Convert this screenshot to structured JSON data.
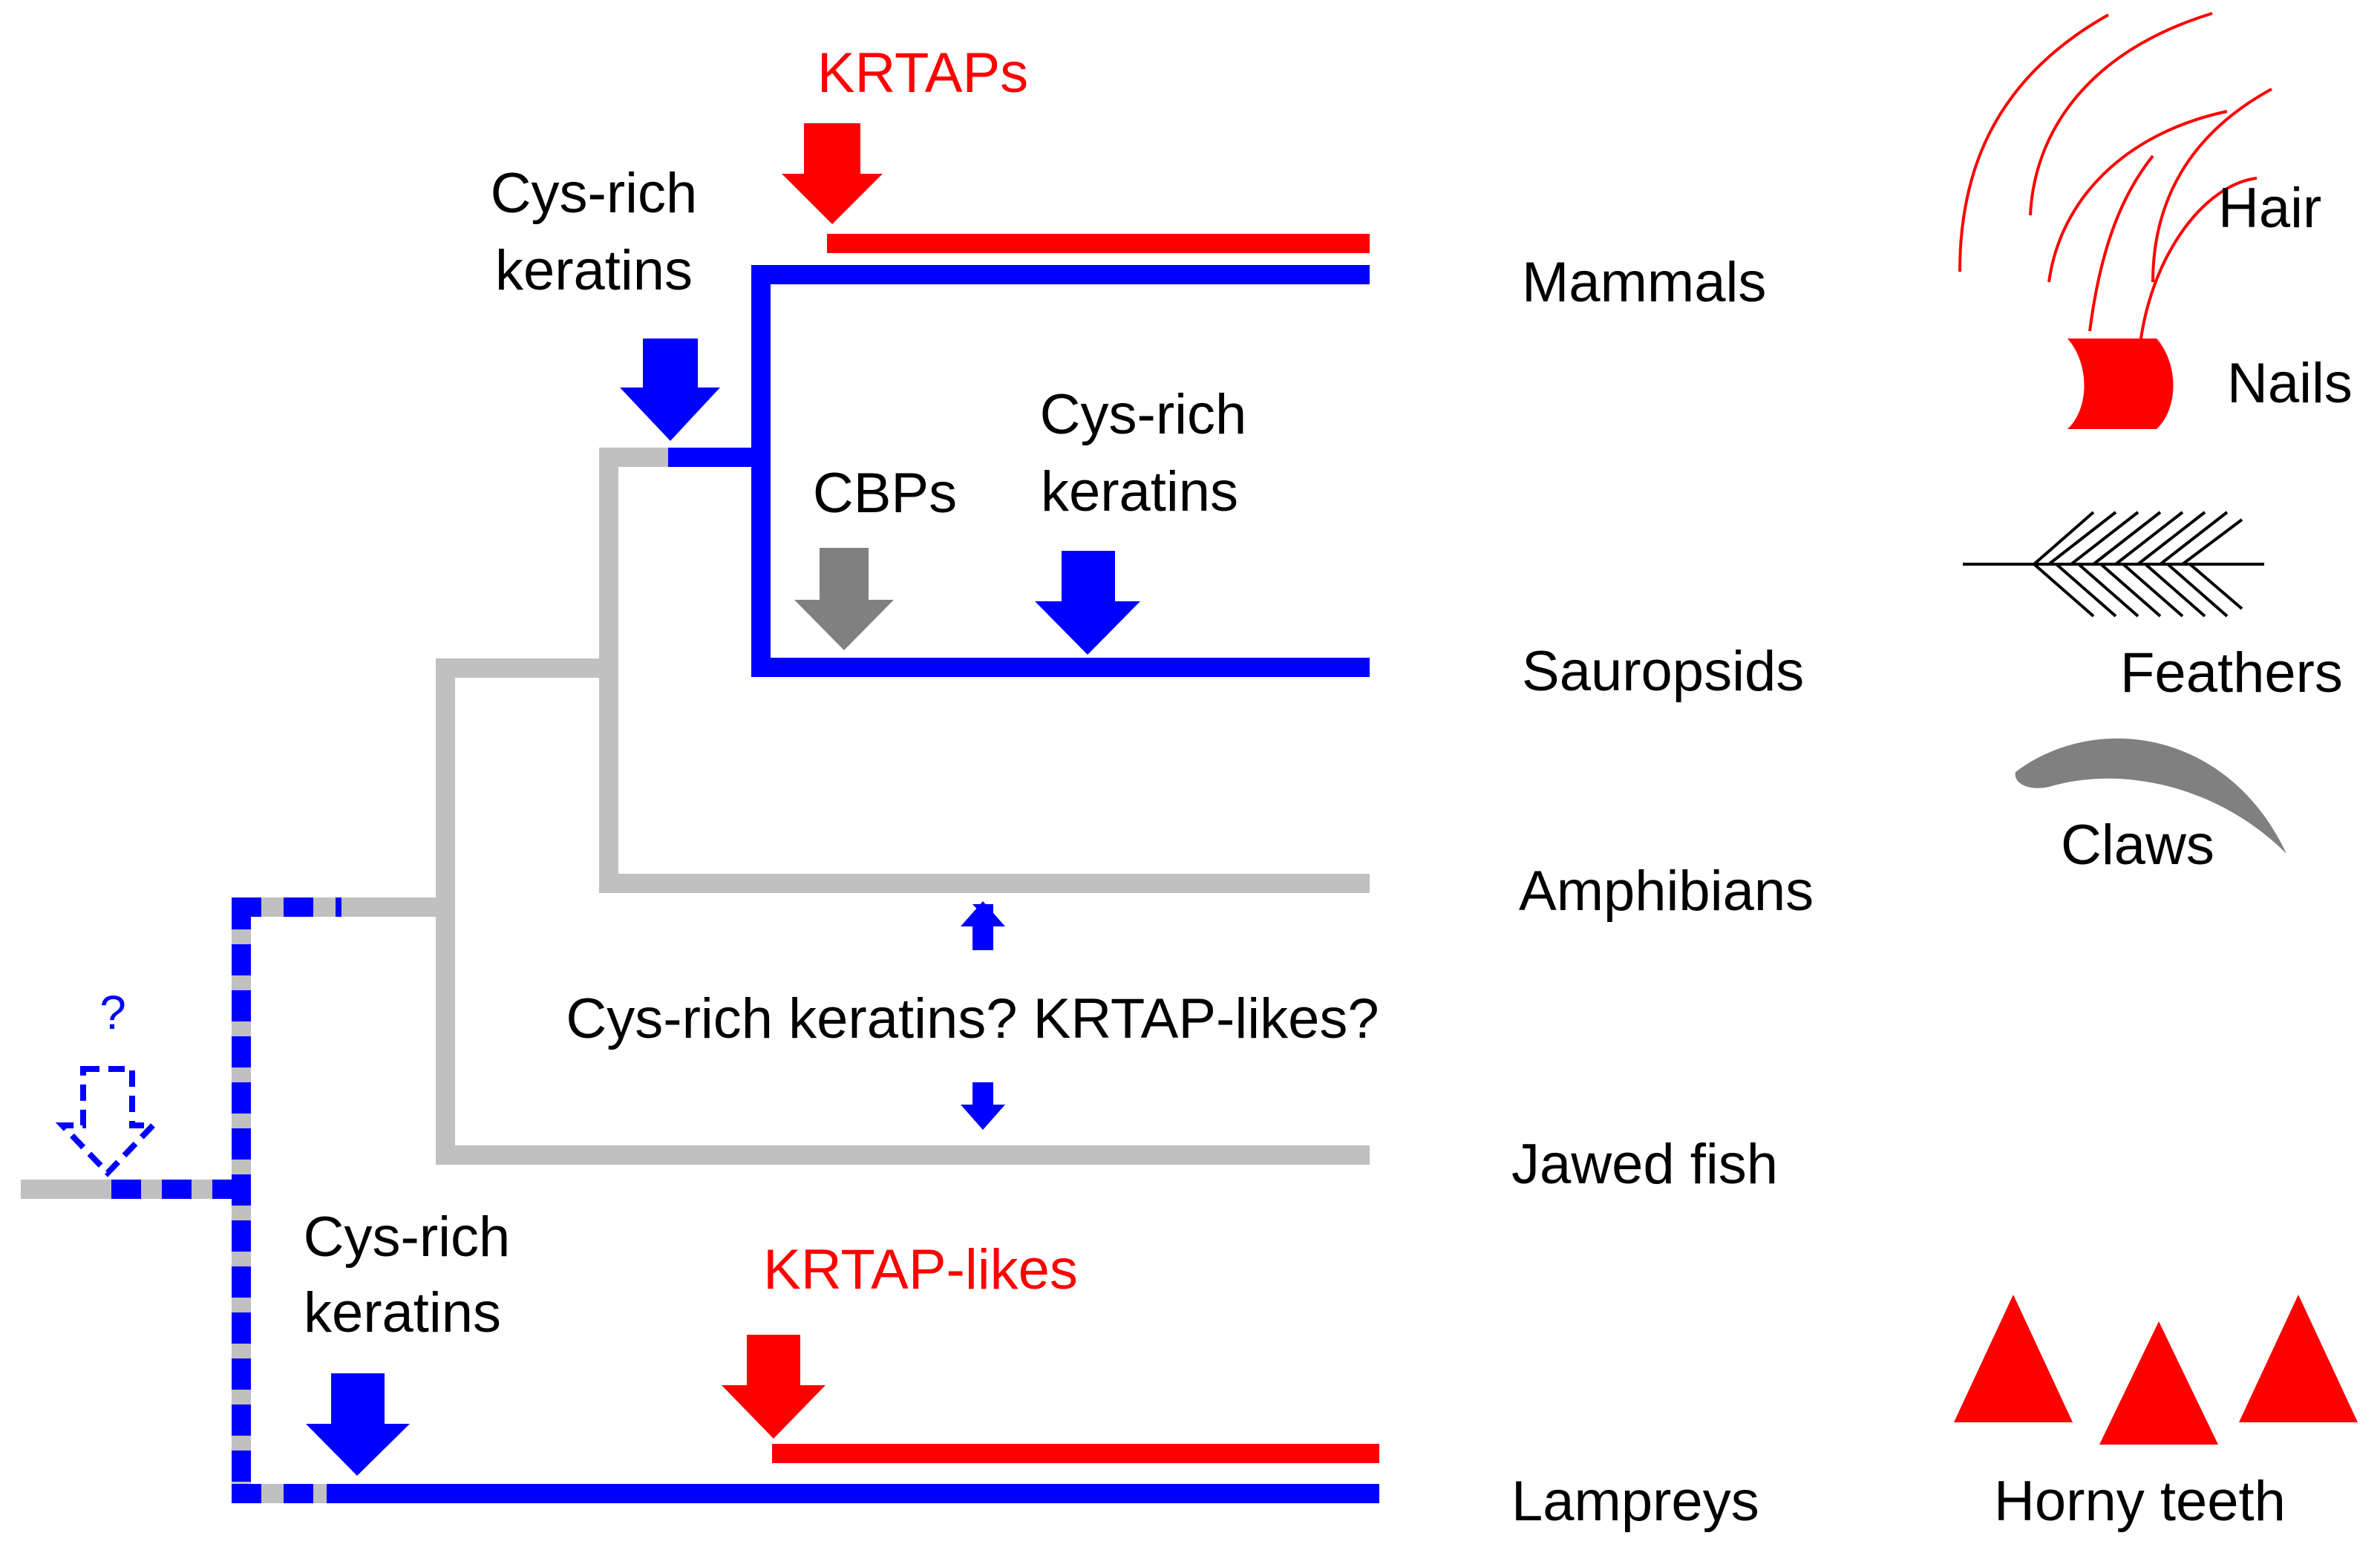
{
  "labels": {
    "krtaps": "KRTAPs",
    "cys_rich_mammal_1": "Cys-rich",
    "cys_rich_mammal_2": "keratins",
    "cbps": "CBPs",
    "cys_rich_saur_1": "Cys-rich",
    "cys_rich_saur_2": "keratins",
    "question_mid": "Cys-rich keratins? KRTAP-likes?",
    "root_question": "?",
    "cys_rich_lamprey_1": "Cys-rich",
    "cys_rich_lamprey_2": "keratins",
    "krtap_likes": "KRTAP-likes"
  },
  "taxa": {
    "mammals": "Mammals",
    "sauropsids": "Sauropsids",
    "amphibians": "Amphibians",
    "jawed_fish": "Jawed fish",
    "lampreys": "Lampreys"
  },
  "structures": {
    "hair": "Hair",
    "nails": "Nails",
    "feathers": "Feathers",
    "claws": "Claws",
    "horny_teeth": "Horny teeth"
  },
  "colors": {
    "blue": "#0000ff",
    "red": "#ff0000",
    "gray": "#c0c0c0",
    "dark_gray": "#808080",
    "text": "#000000"
  }
}
